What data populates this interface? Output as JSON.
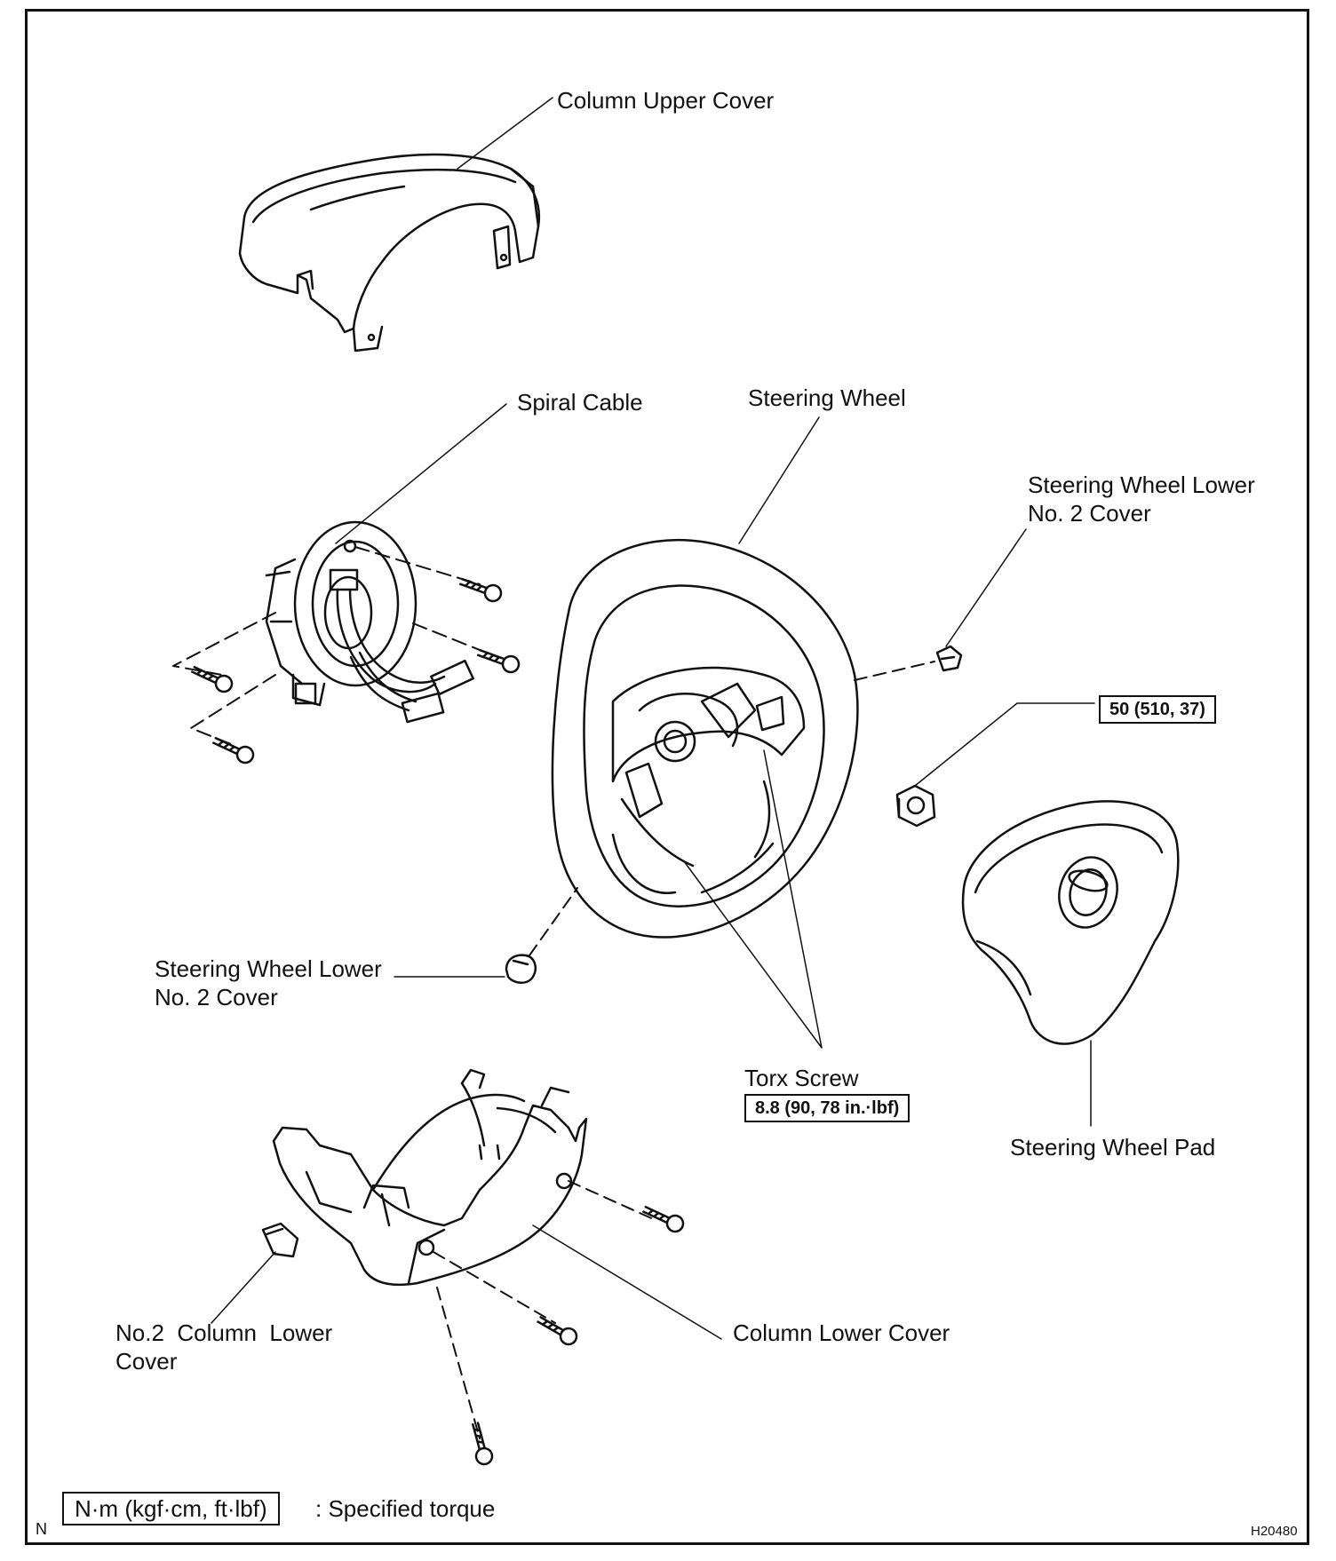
{
  "labels": {
    "column_upper_cover": "Column Upper Cover",
    "spiral_cable": "Spiral Cable",
    "steering_wheel": "Steering Wheel",
    "wheel_lower_cover_right": [
      "Steering Wheel Lower",
      "No. 2 Cover"
    ],
    "wheel_lower_cover_left": [
      "Steering Wheel Lower",
      "No. 2 Cover"
    ],
    "torx_screw": "Torx Screw",
    "steering_wheel_pad": "Steering Wheel Pad",
    "no2_column_lower_cover": [
      "No.2  Column  Lower",
      "Cover"
    ],
    "column_lower_cover": "Column Lower Cover"
  },
  "torque_values": {
    "nut": "50 (510, 37)",
    "torx_screw": "8.8 (90, 78 in.·lbf)"
  },
  "legend": {
    "unit_box": "N·m (kgf·cm, ft·lbf)",
    "description": ": Specified torque"
  },
  "corner_marks": {
    "left": "N",
    "figure_id": "H20480"
  }
}
